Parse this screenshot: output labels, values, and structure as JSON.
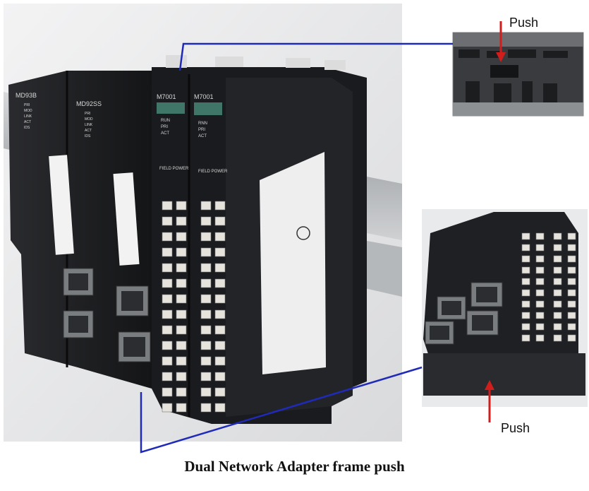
{
  "caption": "Dual Network Adapter frame push",
  "callouts": {
    "top_push_label": "Push",
    "bottom_push_label": "Push"
  },
  "modules": [
    {
      "model": "MD93B",
      "leds": [
        "PRI",
        "MOD",
        "LINK",
        "ACT",
        "IDS"
      ]
    },
    {
      "model": "MD92SS",
      "leds": [
        "PRI",
        "MOD",
        "LINK",
        "ACT",
        "IDS"
      ]
    },
    {
      "model": "M7001",
      "leds": [
        "RUN",
        "PRI",
        "ACT"
      ],
      "field": "FIELD POWER"
    },
    {
      "model": "M7001",
      "leds": [
        "RNN",
        "PRI",
        "ACT"
      ],
      "field": "FIELD POWER"
    }
  ],
  "colors": {
    "connector_line": "#1f2bb8",
    "arrow": "#d21d1d",
    "module_body": "#1e1f22",
    "rail": "#b9bcbf"
  }
}
